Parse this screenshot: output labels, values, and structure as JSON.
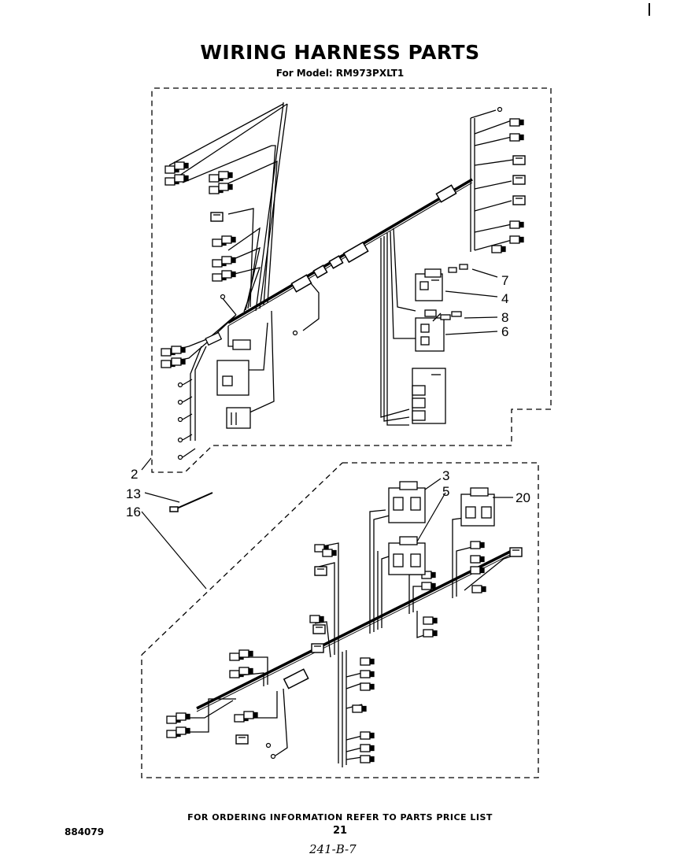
{
  "header": {
    "title": "WIRING HARNESS PARTS",
    "subtitle": "For Model: RM973PXLT1"
  },
  "callouts": {
    "c2": "2",
    "c13": "13",
    "c16": "16",
    "c7": "7",
    "c4": "4",
    "c8": "8",
    "c6": "6",
    "c3": "3",
    "c5": "5",
    "c20": "20"
  },
  "footer": {
    "ordering": "FOR ORDERING INFORMATION REFER TO PARTS PRICE LIST",
    "page_number": "21",
    "doc_number": "884079",
    "handwritten": "241-B-7"
  }
}
